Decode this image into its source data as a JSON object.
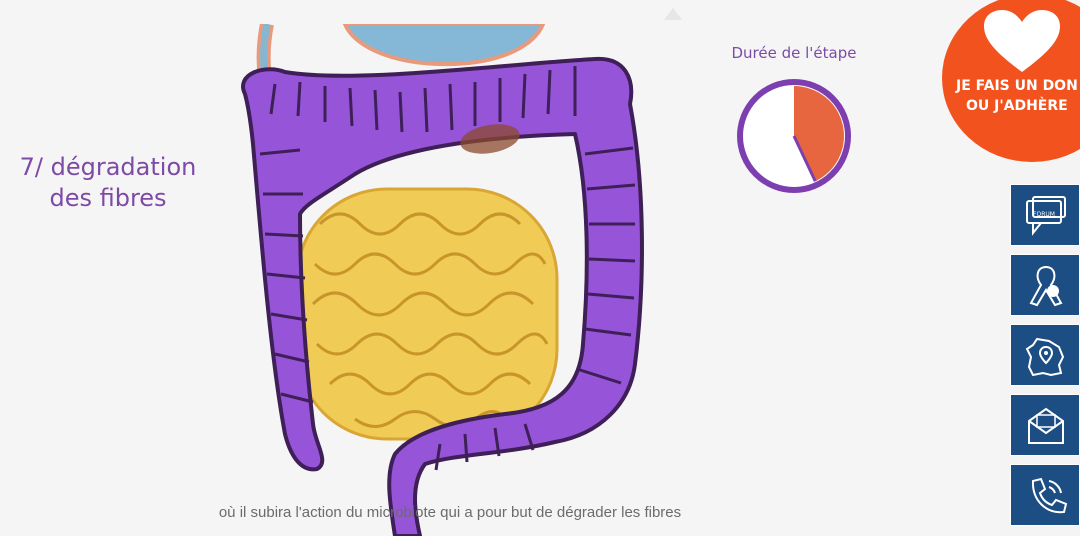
{
  "step": {
    "title_line1": "7/ dégradation",
    "title_line2": "des fibres"
  },
  "timer": {
    "label": "Durée de l'étape",
    "progress": 0.43,
    "colors": {
      "ring": "#7d3fb0",
      "fill": "#e8663f"
    }
  },
  "caption": "où il subira l'action du microbiote qui a pour but de dégrader les fibres",
  "donate": {
    "line1": "JE FAIS UN DON",
    "line2": "OU J'ADHÈRE",
    "icon": "heart-icon",
    "color": "#f2531e"
  },
  "sidebar": {
    "color": "#1c4d83",
    "items": [
      {
        "icon": "forum-icon",
        "label": "FORUM"
      },
      {
        "icon": "ribbon-icon",
        "label": ""
      },
      {
        "icon": "france-map-icon",
        "label": ""
      },
      {
        "icon": "mail-icon",
        "label": ""
      },
      {
        "icon": "phone-icon",
        "label": ""
      }
    ]
  },
  "colors": {
    "colon": "#9654d9",
    "small_intestine": "#f0cb56",
    "accent_purple": "#7d4aa6"
  }
}
